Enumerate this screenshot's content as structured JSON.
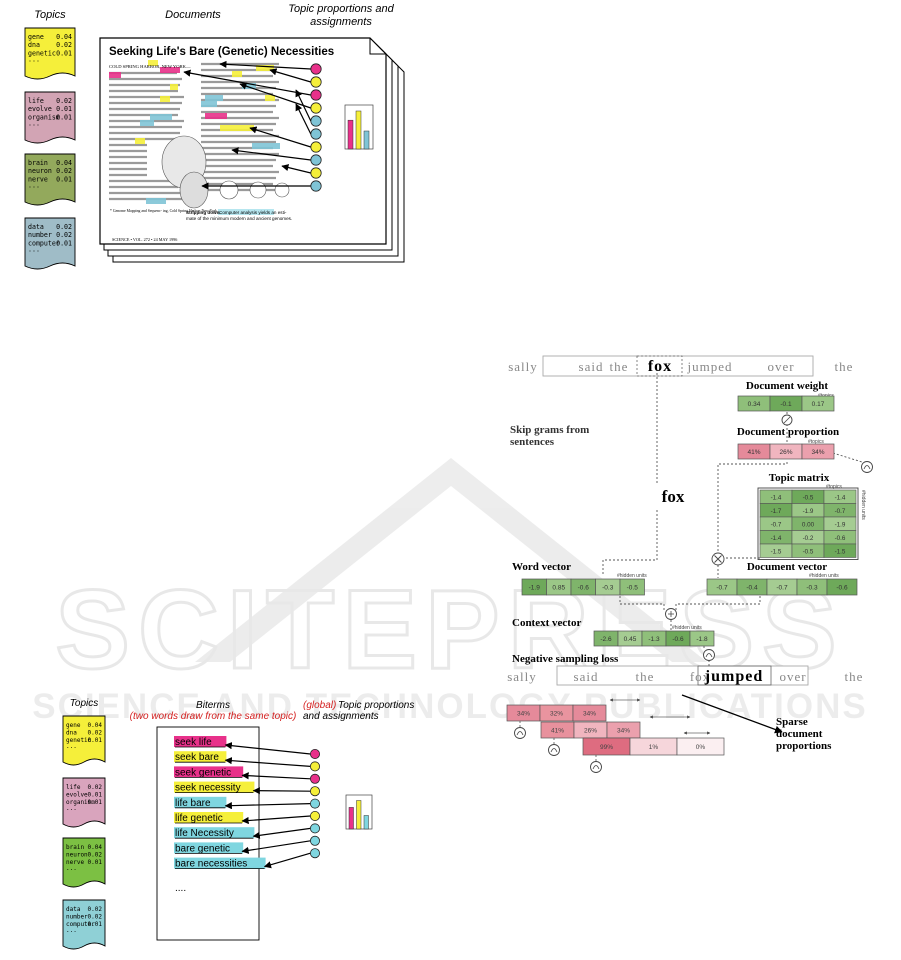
{
  "lda": {
    "label_topics": "Topics",
    "label_documents": "Documents",
    "label_proportions_l1": "Topic proportions and",
    "label_proportions_l2": "assignments",
    "topics": [
      {
        "color": "#f5ef3a",
        "rows": [
          [
            "gene",
            "0.04"
          ],
          [
            "dna",
            "0.02"
          ],
          [
            "genetic",
            "0.01"
          ]
        ],
        "more": "..."
      },
      {
        "color": "#d2a4b4",
        "rows": [
          [
            "life",
            "0.02"
          ],
          [
            "evolve",
            "0.01"
          ],
          [
            "organism",
            "0.01"
          ]
        ],
        "more": "..."
      },
      {
        "color": "#93a95c",
        "rows": [
          [
            "brain",
            "0.04"
          ],
          [
            "neuron",
            "0.02"
          ],
          [
            "nerve",
            "0.01"
          ]
        ],
        "more": "..."
      },
      {
        "color": "#9fbcc7",
        "rows": [
          [
            "data",
            "0.02"
          ],
          [
            "number",
            "0.02"
          ],
          [
            "computer",
            "0.01"
          ]
        ],
        "more": "..."
      }
    ],
    "doc_title": "Seeking Life's Bare (Genetic) Necessities",
    "doc_dateline": "COLD SPRING HARBOR, NEW YORK—",
    "doc_footer": "SCIENCE • VOL. 272 • 24 MAY 1996",
    "doc_caption_1": "Stripping down.",
    "doc_caption_2": "Computer analysis yields an esti-",
    "doc_caption_3": "mate of the minimum modern and ancient genomes.",
    "doc_footnote": "* Genome Mapping and Sequenc- ing, Cold Spring Harbor, New York, May 8 to 12.",
    "circle_colors": [
      "#e8318a",
      "#f5ef3a",
      "#e8318a",
      "#f5ef3a",
      "#7fc4d6",
      "#7fc4d6",
      "#f5ef3a",
      "#7fc4d6",
      "#f5ef3a",
      "#7fc4d6"
    ],
    "bars": [
      {
        "color": "#e8318a",
        "value": 0.72
      },
      {
        "color": "#f5ef3a",
        "value": 0.95
      },
      {
        "color": "#7fc4d6",
        "value": 0.45
      }
    ]
  },
  "btm": {
    "label_topics": "Topics",
    "label_biterms": "Biterms",
    "label_biterms_sub": "(two words draw from the same topic)",
    "label_global": "(global)",
    "label_proportions_l1": "Topic proportions",
    "label_proportions_l2": "and assignments",
    "topics": [
      {
        "color": "#f5ef3a",
        "rows": [
          [
            "gene",
            "0.04"
          ],
          [
            "dna",
            "0.02"
          ],
          [
            "genetic",
            "0.01"
          ]
        ],
        "more": "..."
      },
      {
        "color": "#d9a4bd",
        "rows": [
          [
            "life",
            "0.02"
          ],
          [
            "evolve",
            "0.01"
          ],
          [
            "organism",
            "0.01"
          ]
        ],
        "more": "..."
      },
      {
        "color": "#7cc043",
        "rows": [
          [
            "brain",
            "0.04"
          ],
          [
            "neuron",
            "0.02"
          ],
          [
            "nerve",
            "0.01"
          ]
        ],
        "more": "..."
      },
      {
        "color": "#8fd0d6",
        "rows": [
          [
            "data",
            "0.02"
          ],
          [
            "number",
            "0.02"
          ],
          [
            "computer",
            "0.01"
          ]
        ],
        "more": "..."
      }
    ],
    "biterms": [
      {
        "text": "seek life",
        "color": "#e8318a"
      },
      {
        "text": "seek bare",
        "color": "#f5ef3a"
      },
      {
        "text": "seek genetic",
        "color": "#e8318a"
      },
      {
        "text": "seek necessity",
        "color": "#f5ef3a"
      },
      {
        "text": "life bare",
        "color": "#7fd6e0"
      },
      {
        "text": "life genetic",
        "color": "#f5ef3a"
      },
      {
        "text": "life Necessity",
        "color": "#7fd6e0"
      },
      {
        "text": "bare genetic",
        "color": "#7fd6e0"
      },
      {
        "text": "bare necessities",
        "color": "#7fd6e0"
      }
    ],
    "more": "....",
    "circle_colors": [
      "#e8318a",
      "#f5ef3a",
      "#e8318a",
      "#f5ef3a",
      "#7fd6e0",
      "#f5ef3a",
      "#7fd6e0",
      "#7fd6e0",
      "#7fd6e0"
    ],
    "bars": [
      {
        "color": "#e8318a",
        "value": 0.72
      },
      {
        "color": "#f5ef3a",
        "value": 0.95
      },
      {
        "color": "#7fd6e0",
        "value": 0.45
      }
    ]
  },
  "lda2vec": {
    "sentence_top": [
      "sally",
      "said",
      "the",
      "fox",
      "jumped",
      "over",
      "the"
    ],
    "sentence_bottom": [
      "sally",
      "said",
      "the",
      "fox",
      "jumped",
      "over",
      "the"
    ],
    "label_doc_weight": "Document weight",
    "label_doc_proportion": "Document proportion",
    "label_topic_matrix": "Topic matrix",
    "label_word_vector": "Word vector",
    "label_doc_vector": "Document vector",
    "label_context_vector": "Context vector",
    "label_neg_sampling": "Negative sampling loss",
    "label_skip_1": "Skip grams from",
    "label_skip_2": "sentences",
    "label_fox": "fox",
    "label_sparse_1": "Sparse",
    "label_sparse_2": "document",
    "label_sparse_3": "proportions",
    "label_topics_small": "#topics",
    "label_hidden_units": "#hidden units",
    "doc_weight": [
      "0.34",
      "-0.1",
      "0.17"
    ],
    "doc_proportion": [
      "41%",
      "26%",
      "34%"
    ],
    "topic_matrix": [
      [
        "-1.4",
        "-0.5",
        "-1.4"
      ],
      [
        "-1.7",
        "-1.9",
        "-0.7"
      ],
      [
        "-0.7",
        "0.00",
        "-1.9"
      ],
      [
        "-1.4",
        "-0.2",
        "-0.6"
      ],
      [
        "-1.5",
        "-0.5",
        "-1.5"
      ]
    ],
    "word_vector": [
      "-1.9",
      "0.85",
      "-0.6",
      "-0.3",
      "-0.5"
    ],
    "doc_vector": [
      "-0.7",
      "-0.4",
      "-0.7",
      "-0.3",
      "-0.6"
    ],
    "context_vector": [
      "-2.6",
      "0.45",
      "-1.3",
      "-0.6",
      "-1.8"
    ],
    "sparse_rows": [
      [
        "34%",
        "32%",
        "34%"
      ],
      [
        "41%",
        "26%",
        "34%"
      ],
      [
        "99%",
        "1%",
        "0%"
      ]
    ]
  },
  "watermark": {
    "main": "SCITEPRESS",
    "sub": "SCIENCE AND TECHNOLOGY PUBLICATIONS"
  }
}
